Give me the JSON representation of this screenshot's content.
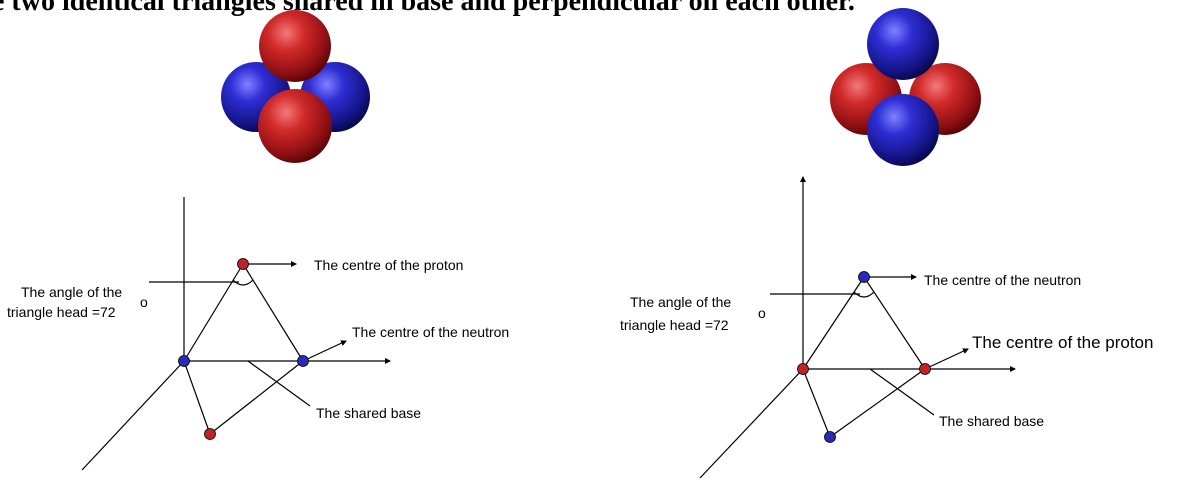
{
  "heading": "e two identical triangles shared in base and perpendicular on each other.",
  "colors": {
    "proton": "#c0222a",
    "neutron": "#2a2ab8",
    "line": "#000000"
  },
  "left_diagram": {
    "angle_label_line1": "The angle of the",
    "angle_label_line2": "triangle head =72",
    "degree_symbol": "o",
    "apex_label": "The centre of the proton",
    "base_node_label": "The centre of the neutron",
    "base_label": "The shared base",
    "apex_particle": "proton",
    "base_particle": "neutron"
  },
  "right_diagram": {
    "angle_label_line1": "The angle of the",
    "angle_label_line2": "triangle head =72",
    "degree_symbol": "o",
    "apex_label": "The centre of the neutron",
    "base_node_label": "The centre of the proton",
    "base_label": "The shared base",
    "apex_particle": "neutron",
    "base_particle": "proton"
  }
}
